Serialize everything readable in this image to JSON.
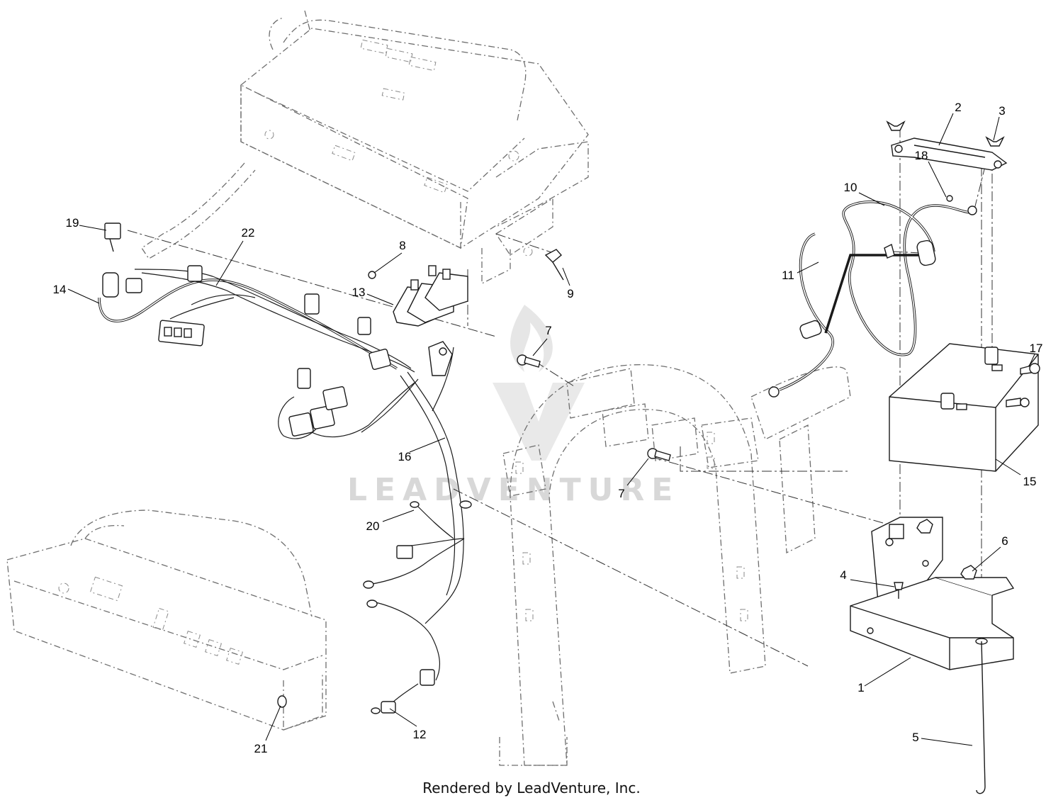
{
  "watermark": {
    "text": "LEADVENTURE"
  },
  "footer": {
    "text": "Rendered by LeadVenture, Inc."
  },
  "callouts": [
    {
      "id": "1",
      "label": "1"
    },
    {
      "id": "2",
      "label": "2"
    },
    {
      "id": "3",
      "label": "3"
    },
    {
      "id": "4",
      "label": "4"
    },
    {
      "id": "5",
      "label": "5"
    },
    {
      "id": "6",
      "label": "6"
    },
    {
      "id": "7a",
      "label": "7"
    },
    {
      "id": "7b",
      "label": "7"
    },
    {
      "id": "8",
      "label": "8"
    },
    {
      "id": "9",
      "label": "9"
    },
    {
      "id": "10",
      "label": "10"
    },
    {
      "id": "11",
      "label": "11"
    },
    {
      "id": "12",
      "label": "12"
    },
    {
      "id": "13",
      "label": "13"
    },
    {
      "id": "14",
      "label": "14"
    },
    {
      "id": "15",
      "label": "15"
    },
    {
      "id": "16",
      "label": "16"
    },
    {
      "id": "17",
      "label": "17"
    },
    {
      "id": "18",
      "label": "18"
    },
    {
      "id": "19",
      "label": "19"
    },
    {
      "id": "20",
      "label": "20"
    },
    {
      "id": "21",
      "label": "21"
    },
    {
      "id": "22",
      "label": "22"
    }
  ]
}
